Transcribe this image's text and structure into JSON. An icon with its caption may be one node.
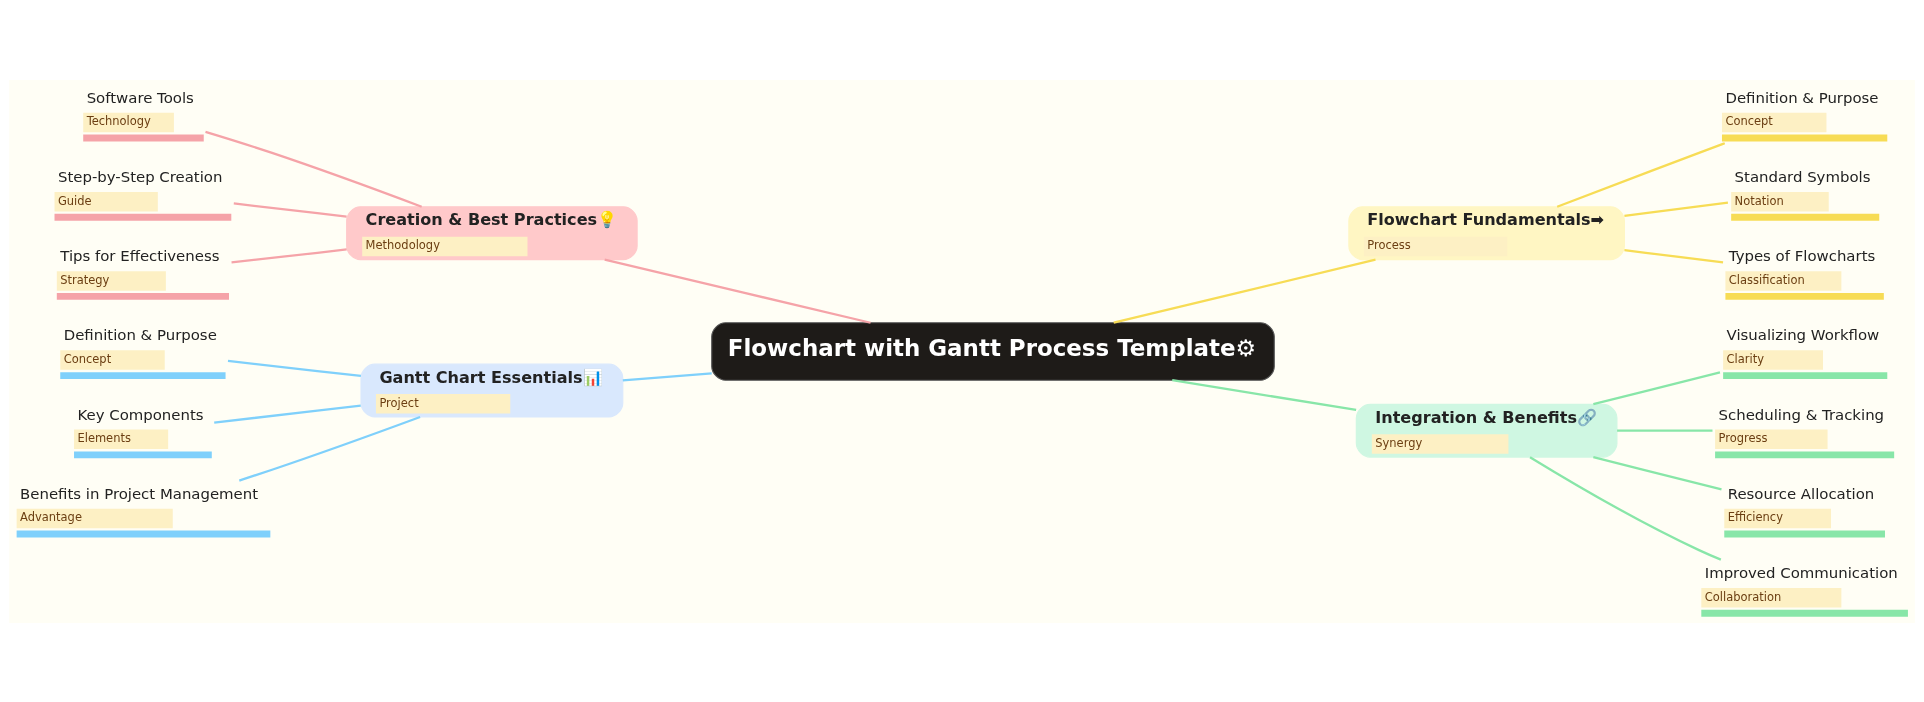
{
  "diagram": {
    "nodes": [
      {
        "text": [
          "Flowchart with Gantt Process Template⚙"
        ]
      },
      {
        "text": [
          "Creation & Best Practices💡",
          "Methodology"
        ]
      },
      {
        "text": [
          "Software Tools",
          "Technology"
        ]
      },
      {
        "text": [
          "Step-by-Step Creation",
          "Guide"
        ]
      },
      {
        "text": [
          "Tips for Effectiveness",
          "Strategy"
        ]
      },
      {
        "text": [
          "Gantt Chart Essentials📊",
          "Project"
        ]
      },
      {
        "text": [
          "Definition & Purpose",
          "Concept"
        ]
      },
      {
        "text": [
          "Key Components",
          "Elements"
        ]
      },
      {
        "text": [
          "Benefits in Project Management",
          "Advantage"
        ]
      },
      {
        "text": [
          "Flowchart Fundamentals➡",
          "Process"
        ]
      },
      {
        "text": [
          "Definition & Purpose",
          "Concept"
        ]
      },
      {
        "text": [
          "Standard Symbols",
          "Notation"
        ]
      },
      {
        "text": [
          "Types of Flowcharts",
          "Classification"
        ]
      },
      {
        "text": [
          "Integration & Benefits🔗",
          "Synergy"
        ]
      },
      {
        "text": [
          "Visualizing Workflow",
          "Clarity"
        ]
      },
      {
        "text": [
          "Scheduling & Tracking",
          "Progress"
        ]
      },
      {
        "text": [
          "Resource Allocation",
          "Efficiency"
        ]
      },
      {
        "text": [
          "Improved Communication",
          "Collaboration"
        ]
      }
    ],
    "edges": [
      {
        "from": 0,
        "to": 1,
        "arrow": "none",
        "color": "#f5a3a8"
      },
      {
        "from": 1,
        "to": 2,
        "arrow": "none",
        "color": "#f5a3a8"
      },
      {
        "from": 1,
        "to": 3,
        "arrow": "none",
        "color": "#f5a3a8"
      },
      {
        "from": 1,
        "to": 4,
        "arrow": "none",
        "color": "#f5a3a8"
      },
      {
        "from": 0,
        "to": 5,
        "arrow": "none",
        "color": "#7fd0fb"
      },
      {
        "from": 5,
        "to": 6,
        "arrow": "none",
        "color": "#7fd0fb"
      },
      {
        "from": 5,
        "to": 7,
        "arrow": "none",
        "color": "#7fd0fb"
      },
      {
        "from": 5,
        "to": 8,
        "arrow": "none",
        "color": "#7fd0fb"
      },
      {
        "from": 0,
        "to": 9,
        "arrow": "none",
        "color": "#f7dc55"
      },
      {
        "from": 9,
        "to": 10,
        "arrow": "none",
        "color": "#f7dc55"
      },
      {
        "from": 9,
        "to": 11,
        "arrow": "none",
        "color": "#f7dc55"
      },
      {
        "from": 9,
        "to": 12,
        "arrow": "none",
        "color": "#f7dc55"
      },
      {
        "from": 0,
        "to": 13,
        "arrow": "none",
        "color": "#88e6a8"
      },
      {
        "from": 13,
        "to": 14,
        "arrow": "none",
        "color": "#88e6a8"
      },
      {
        "from": 13,
        "to": 15,
        "arrow": "none",
        "color": "#88e6a8"
      },
      {
        "from": 13,
        "to": 16,
        "arrow": "none",
        "color": "#88e6a8"
      },
      {
        "from": 13,
        "to": 17,
        "arrow": "none",
        "color": "#88e6a8"
      }
    ]
  }
}
